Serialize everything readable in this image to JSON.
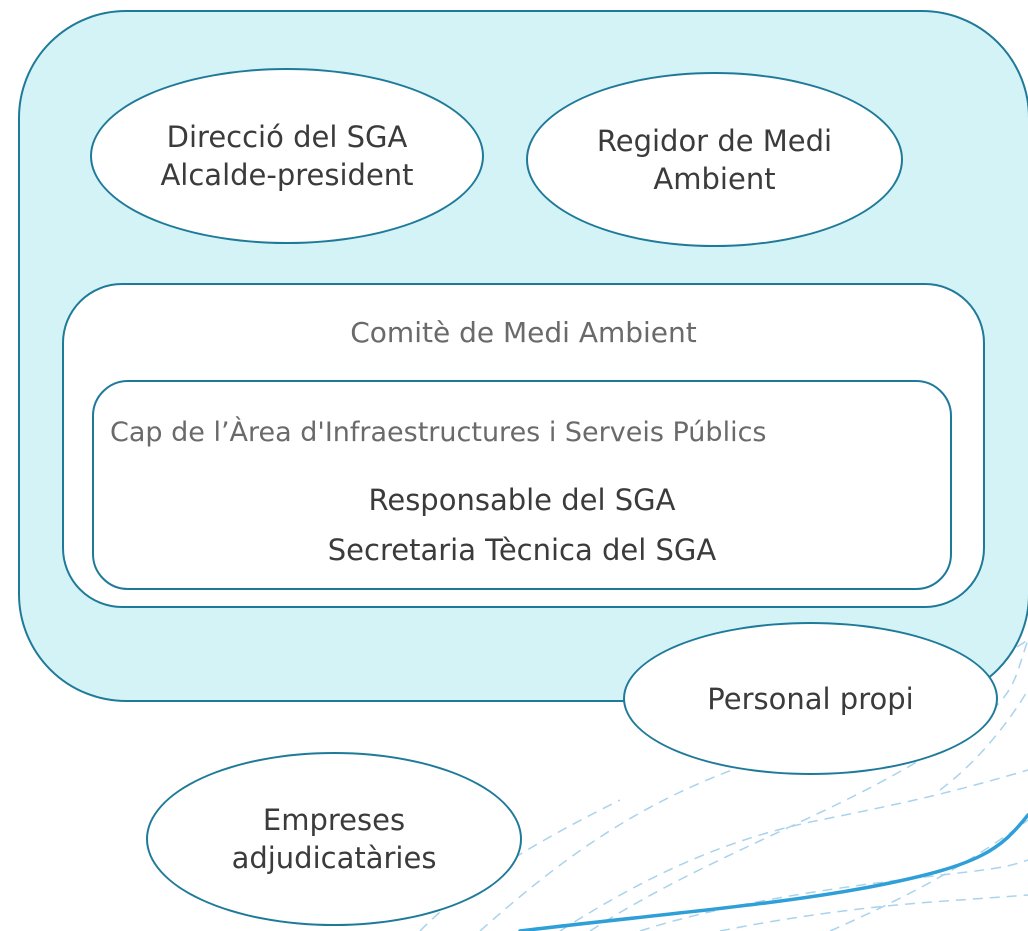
{
  "diagram": {
    "outer_group": {
      "direccio": [
        "Direcció del SGA",
        "Alcalde-president"
      ],
      "regidor": [
        "Regidor de Medi",
        "Ambient"
      ]
    },
    "committee": {
      "title": "Comitè de Medi Ambient",
      "area": {
        "title": "Cap de l’Àrea d'Infraestructures i Serveis Públics",
        "responsable": "Responsable del SGA",
        "secretaria": "Secretaria Tècnica del SGA"
      }
    },
    "personal_propi": "Personal propi",
    "empreses": [
      "Empreses",
      "adjudicatàries"
    ]
  },
  "colors": {
    "outer_fill": "#d4f3f6",
    "border": "#1f7a9a",
    "wave_accent": "#2f9fd8",
    "wave_dashed": "#a9d3ec",
    "text_dark": "#3b3b3b",
    "text_muted": "#6a6a6a"
  }
}
